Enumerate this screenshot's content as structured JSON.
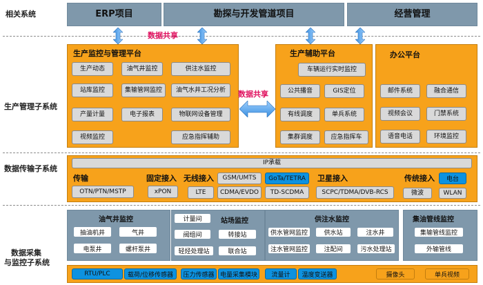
{
  "side_labels": {
    "related": "相关系统",
    "production": "生产管理子系统",
    "transmission": "数据传输子系统",
    "collection_line1": "数据采集",
    "collection_line2": "与监控子系统"
  },
  "related_systems": [
    "ERP项目",
    "勘探与开发管道项目",
    "经营管理"
  ],
  "data_share": "数据共享",
  "production_panel": {
    "title": "生产监控与管理平台",
    "items": [
      "生产动态",
      "油气井监控",
      "供注水监控",
      "站库监控",
      "集输管网监控",
      "油气水井工况分析",
      "产量计量",
      "电子报表",
      "物联网设备管理",
      "视频监控",
      "应急指挥辅助"
    ]
  },
  "aux_panel": {
    "title": "生产辅助平台",
    "items": [
      "车辆运行实时监控",
      "公共播音",
      "GIS定位",
      "有线调度",
      "单兵系统",
      "集群调度",
      "应急指挥车"
    ]
  },
  "office_panel": {
    "title": "办公平台",
    "items": [
      "邮件系统",
      "融合通信",
      "视频会议",
      "门禁系统",
      "语音电话",
      "环境监控"
    ]
  },
  "transmission": {
    "ip": "IP承载",
    "groups": [
      {
        "title": "传输",
        "items": [
          "OTN/PTN/MSTP"
        ]
      },
      {
        "title": "固定接入",
        "items": [
          "xPON"
        ]
      },
      {
        "title": "无线接入",
        "items": [
          "GSM/UMTS",
          "GoTa/TETRA",
          "LTE",
          "CDMA/EVDO",
          "TD-SCDMA"
        ]
      },
      {
        "title": "卫星接入",
        "items": [
          "SCPC/TDMA/DVB-RCS"
        ]
      },
      {
        "title": "传统接入",
        "items": [
          "电台",
          "微波",
          "WLAN"
        ]
      }
    ]
  },
  "collection": {
    "well": {
      "title": "油气井监控",
      "items": [
        "抽油机井",
        "气井",
        "电泵井",
        "螺杆泵井"
      ]
    },
    "station": {
      "title": "站场监控",
      "items": [
        "计量间",
        "阀组间",
        "转接站",
        "轻烃处理站",
        "联合站"
      ]
    },
    "water": {
      "title": "供注水监控",
      "items": [
        "供水管网监控",
        "供水站",
        "注水井",
        "注水管网监控",
        "注配间",
        "污水处理站"
      ]
    },
    "pipeline": {
      "title": "集油管线监控",
      "items": [
        "集输管线监控",
        "外输管线"
      ]
    }
  },
  "sensors": [
    "RTU/PLC",
    "载荷/位移传感器",
    "压力传感器",
    "电量采集模块",
    "流量计",
    "温度变送器",
    "摄像头",
    "单兵视频"
  ],
  "colors": {
    "orange": "#f7a21b",
    "blue": "#0d92e0",
    "slate": "#7f98ab",
    "share": "#e0115f"
  }
}
